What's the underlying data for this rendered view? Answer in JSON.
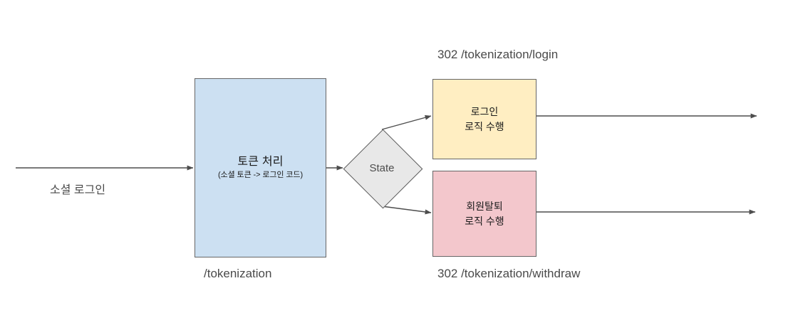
{
  "diagram": {
    "title": "Tokenization social-login flow",
    "background": "#ffffff",
    "nodes": {
      "process": {
        "name": "token-processing",
        "title": "토큰 처리",
        "subtitle": "(소셜 토큰 -> 로그인 코드)",
        "fill": "#cce0f2",
        "stroke": "#666666"
      },
      "state": {
        "name": "state-decision",
        "label": "State",
        "fill": "#e8e8e8",
        "stroke": "#5a5a5a"
      },
      "login": {
        "name": "login-logic",
        "line1": "로그인",
        "line2": "로직 수행",
        "fill": "#ffeec2",
        "stroke": "#666666"
      },
      "withdraw": {
        "name": "withdraw-logic",
        "line1": "회원탈퇴",
        "line2": "로직 수행",
        "fill": "#f3c7cc",
        "stroke": "#666666"
      }
    },
    "captions": {
      "social_login": "소셜 로그인",
      "tokenization": "/tokenization",
      "login_redirect": "302 /tokenization/login",
      "withdraw_redirect": "302 /tokenization/withdraw"
    },
    "edge_color": "#4d4d4d"
  }
}
